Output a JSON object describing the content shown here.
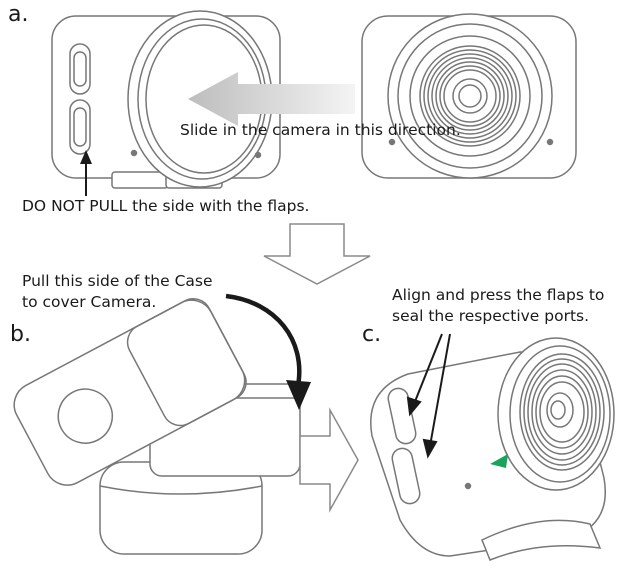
{
  "labels": {
    "step_a": "a.",
    "step_b": "b.",
    "step_c": "c."
  },
  "captions": {
    "slide": "Slide in the camera in this direction.",
    "do_not_pull": "DO NOT PULL the side with the flaps.",
    "pull_line1": "Pull this side of the Case",
    "pull_line2": "to cover Camera.",
    "align_line1": "Align and press the flaps to",
    "align_line2": "seal the respective ports."
  },
  "colors": {
    "outline": "#777777",
    "arrow_dark": "#1a1a1a",
    "arrow_grey": "#b5b5b5",
    "indicator": "#1aa35a"
  }
}
